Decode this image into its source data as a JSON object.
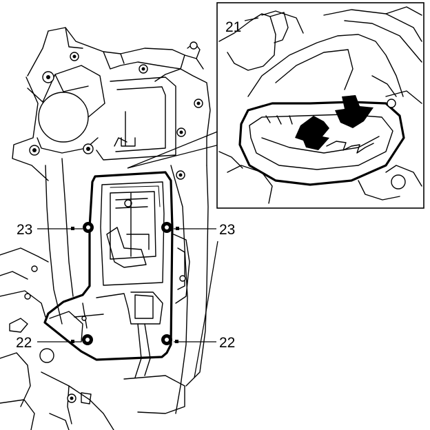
{
  "callouts": {
    "detail": "21",
    "upper_left": "23",
    "upper_right": "23",
    "lower_left": "22",
    "lower_right": "22"
  }
}
